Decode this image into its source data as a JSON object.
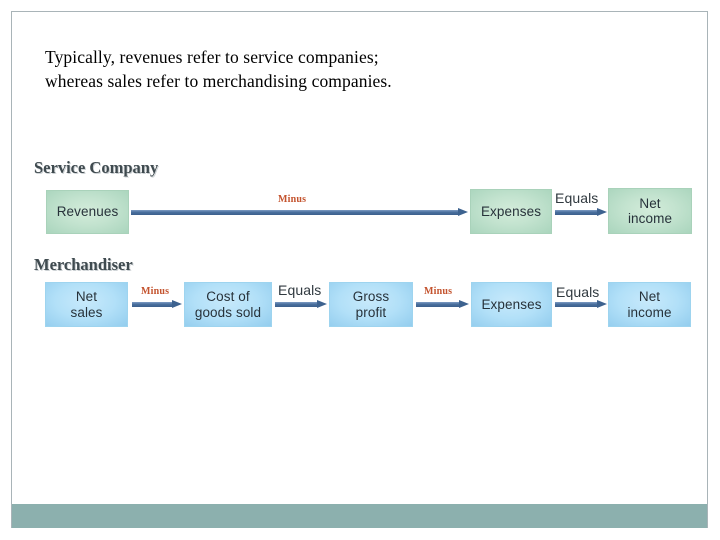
{
  "slide": {
    "heading": {
      "line1": "Typically, revenues refer to service companies;",
      "line2": "whereas sales refer to merchandising companies."
    },
    "sections": [
      {
        "id": "service-company",
        "label": "Service Company",
        "box_color": "#c3e3cf",
        "boxes": [
          {
            "name": "revenues-box",
            "text": "Revenues"
          },
          {
            "name": "expenses-box",
            "text": "Expenses"
          },
          {
            "name": "net-income-box",
            "text": "Net\nincome"
          }
        ],
        "connectors": [
          {
            "name": "minus-connector",
            "label": "Minus",
            "style": "minus"
          },
          {
            "name": "equals-connector",
            "label": "Equals",
            "style": "equals"
          }
        ]
      },
      {
        "id": "merchandiser",
        "label": "Merchandiser",
        "box_color": "#b2e0f8",
        "boxes": [
          {
            "name": "net-sales-box",
            "text": "Net\nsales"
          },
          {
            "name": "cost-of-goods-sold-box",
            "text": "Cost of\ngoods sold"
          },
          {
            "name": "gross-profit-box",
            "text": "Gross\nprofit"
          },
          {
            "name": "expenses-box",
            "text": "Expenses"
          },
          {
            "name": "net-income-box",
            "text": "Net\nincome"
          }
        ],
        "connectors": [
          {
            "name": "minus-connector-1",
            "label": "Minus",
            "style": "minus"
          },
          {
            "name": "equals-connector-1",
            "label": "Equals",
            "style": "equals"
          },
          {
            "name": "minus-connector-2",
            "label": "Minus",
            "style": "minus"
          },
          {
            "name": "equals-connector-2",
            "label": "Equals",
            "style": "equals"
          }
        ]
      }
    ],
    "colors": {
      "footer_band": "#8cb0ae",
      "border": "#a9b4b8",
      "arrow": "#4a6f9e",
      "minus_text": "#c4542f",
      "equals_text": "#30393f",
      "section_label_text": "#3f4a4f"
    }
  }
}
